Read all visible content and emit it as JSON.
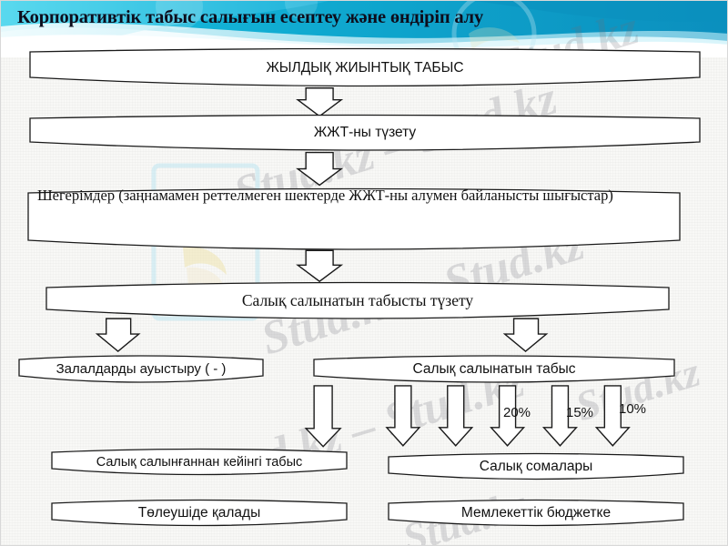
{
  "slide": {
    "title": "Корпоративтік табыс салығын есептеу және өндіріп алу",
    "accent_color": "#00b4d8",
    "banner_dark": "#0096c7",
    "background_color": "#f8f8f6",
    "outline_color": "#1a1a1a",
    "text_color": "#111111"
  },
  "watermarks": {
    "text_1": "Stud.kz",
    "text_2": "Stud.kz – Stud.kz",
    "text_3": "Stud.kz – Stud.kz",
    "text_4": "d.kz – Stud.kz",
    "text_5": "Stud.kz",
    "text_6": "Stud.kz"
  },
  "nodes": {
    "annual_gross_income": "ЖЫЛДЫҚ ЖИЫНТЫҚ ТАБЫС",
    "adjust_agi": "ЖЖТ-ны түзету",
    "deductions": "Шегерімдер (заңнамамен реттелмеген  шектерде ЖЖТ-ны алумен байланысты шығыстар)",
    "adjust_taxable_income": "Салық салынатын табысты түзету",
    "loss_carryover": "Залалдарды ауыстыру  ( - )",
    "taxable_income": "Салық салынатын табыс",
    "after_tax_income": "Салық салынғаннан кейінгі табыс",
    "tax_amounts": "Салық сомалары",
    "stays_with_payer": "Төлеушіде қалады",
    "state_budget": "Мемлекеттік бюджетке"
  },
  "rates": {
    "rate_1": "20%",
    "rate_2": "15%",
    "rate_3": "10%"
  }
}
